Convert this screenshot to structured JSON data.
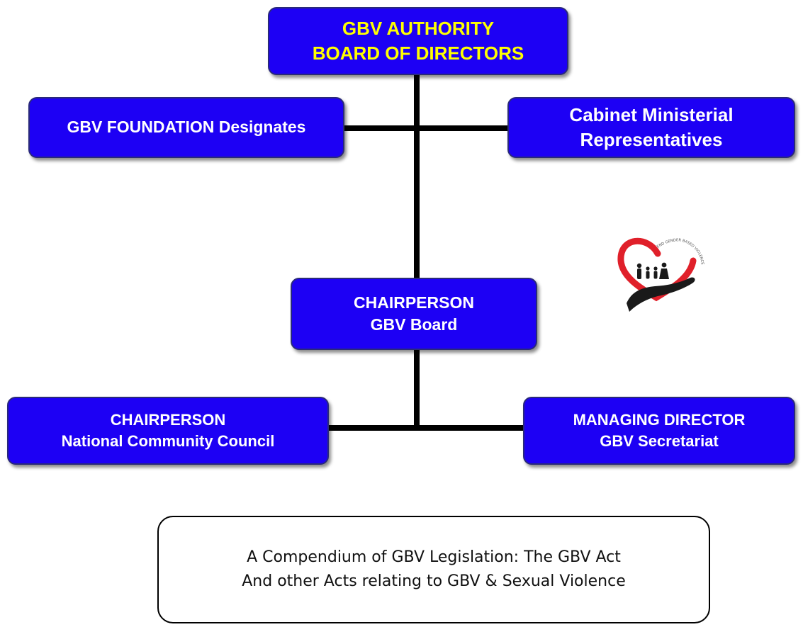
{
  "boxes": {
    "authority": {
      "line1": "GBV  AUTHORITY",
      "line2": "BOARD OF DIRECTORS"
    },
    "foundation": {
      "line1": "GBV FOUNDATION Designates"
    },
    "cabinet": {
      "line1": "Cabinet Ministerial",
      "line2": "Representatives"
    },
    "chair_board": {
      "line1": "CHAIRPERSON",
      "line2": "GBV Board"
    },
    "chair_council": {
      "line1": "CHAIRPERSON",
      "line2": "National  Community   Council"
    },
    "managing_director": {
      "line1": "MANAGING DIRECTOR",
      "line2": "GBV Secretariat"
    }
  },
  "note": {
    "line1": "A Compendium of GBV Legislation: The GBV Act",
    "line2": "And other Acts relating to GBV & Sexual Violence"
  },
  "logo": {
    "arc_text": "END GENDER BASED VIOLENCE",
    "icons": [
      "heart-icon",
      "family-icon",
      "hand-icon"
    ]
  },
  "colors": {
    "box_fill": "#1d00f4",
    "box_text": "#ffffff",
    "authority_text": "#ffff00",
    "connector": "#000000",
    "logo_heart": "#e0202a",
    "logo_hand": "#1a1a1a"
  }
}
